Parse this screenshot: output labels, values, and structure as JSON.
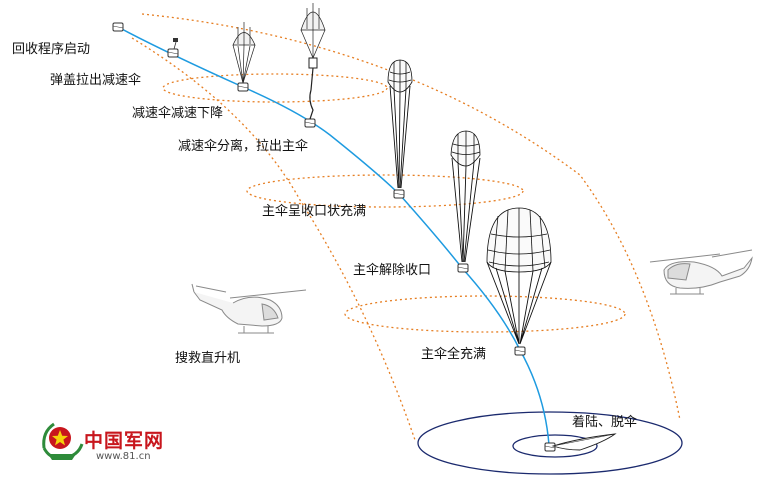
{
  "labels": {
    "recovery_start": "回收程序启动",
    "eject_drogue": "弹盖拉出减速伞",
    "drogue_descent": "减速伞减速下降",
    "drogue_separate": "减速伞分离，拉出主伞",
    "main_reefed": "主伞呈收口状充满",
    "main_disreef": "主伞解除收口",
    "main_full": "主伞全充满",
    "landing": "着陆、脱伞",
    "helicopter": "搜救直升机"
  },
  "logo": {
    "title": "中国军网",
    "url": "www.81.cn"
  },
  "colors": {
    "trajectory": "#1e9be0",
    "cone": "#e67e22",
    "landing_zone": "#1b2a6e",
    "logo_red": "#c8161d",
    "logo_green": "#2e8b3a"
  }
}
